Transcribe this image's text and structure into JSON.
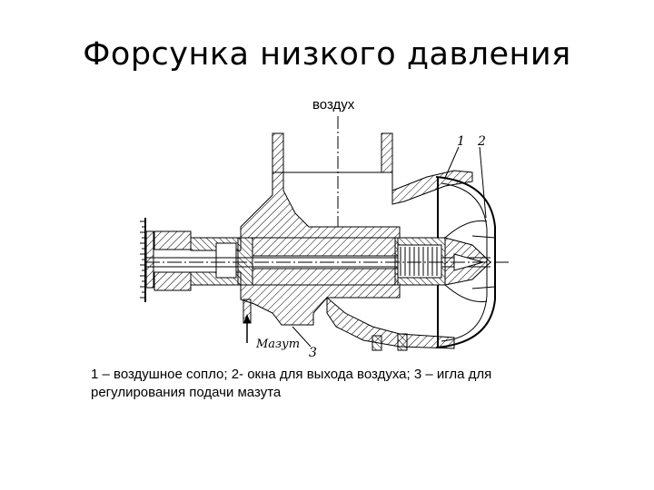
{
  "slide": {
    "title": "Форсунка низкого давления",
    "air_label": "воздух",
    "caption": {
      "line1": "1 – воздушное сопло; 2- окна для выхода воздуха; 3 – игла для",
      "line2": "регулирования подачи мазута"
    }
  },
  "drawing": {
    "labels": {
      "fuel": "Мазут",
      "part1": "1",
      "part2": "2",
      "part3": "3"
    }
  }
}
